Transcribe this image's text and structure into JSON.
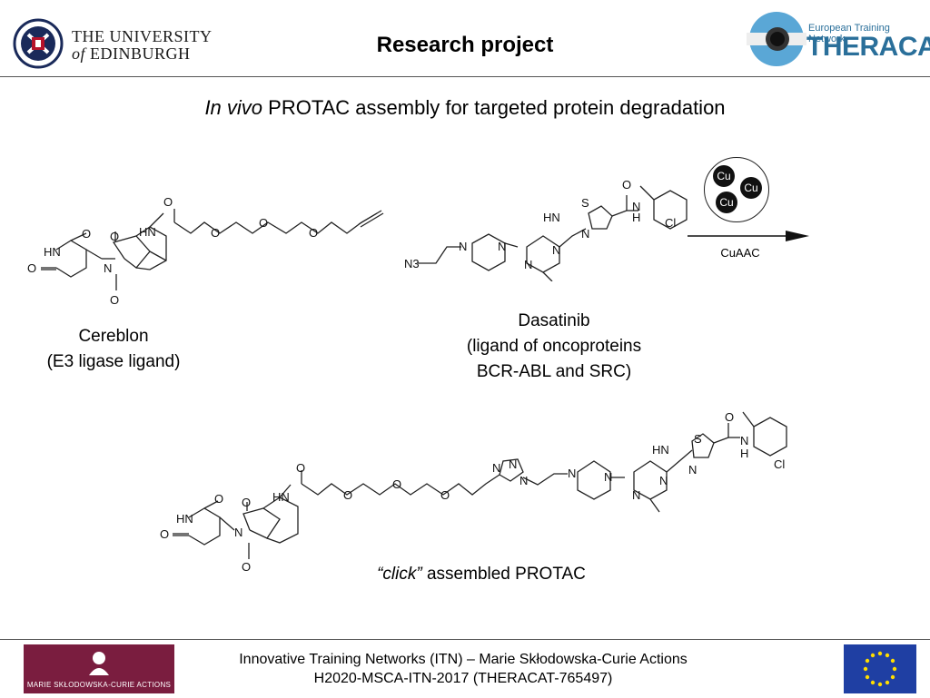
{
  "header": {
    "title": "Research project",
    "university": {
      "line1": "THE UNIVERSITY",
      "line2_of": "of",
      "line2_name": "EDINBURGH"
    },
    "theracat": {
      "tagline": "European Training Network",
      "name_a": "THERA",
      "name_b": "CAT"
    }
  },
  "subtitle": {
    "italic": "In vivo",
    "rest": " PROTAC assembly for targeted protein degradation"
  },
  "cereblon": {
    "line1": "Cereblon",
    "line2": "(E3 ligase ligand)"
  },
  "dasatinib": {
    "line1": "Dasatinib",
    "line2": "(ligand of oncoproteins",
    "line3": "BCR-ABL and SRC)"
  },
  "reaction": {
    "catalyst": [
      "Cu",
      "Cu",
      "Cu"
    ],
    "label": "CuAAC"
  },
  "product": {
    "italic": "“click”",
    "rest": " assembled PROTAC"
  },
  "atoms": {
    "O": "O",
    "HN": "HN",
    "N": "N",
    "S": "S",
    "H": "H",
    "Cl": "Cl",
    "N3": "N3"
  },
  "footer": {
    "line1": "Innovative Training Networks (ITN) – Marie Skłodowska-Curie Actions",
    "line2": "H2020-MSCA-ITN-2017 (THERACAT-765497)",
    "msca": "MARIE SKŁODOWSKA-CURIE ACTIONS"
  },
  "colors": {
    "msca": "#7a1d3f",
    "eu_blue": "#1f3fa3",
    "theracat_blue": "#2a6f9a"
  }
}
